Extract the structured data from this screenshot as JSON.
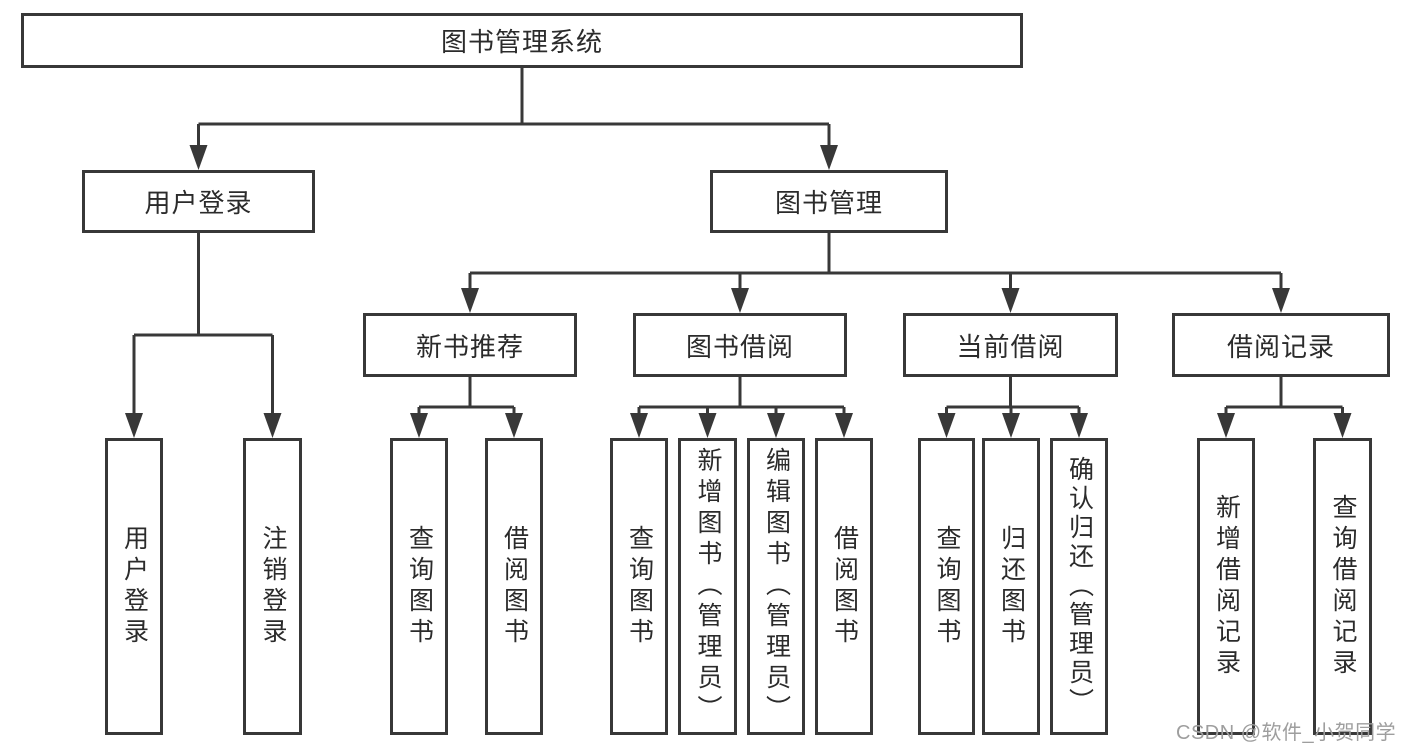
{
  "nodes": {
    "root": "图书管理系统",
    "level2": [
      "用户登录",
      "图书管理"
    ],
    "level3": [
      "新书推荐",
      "图书借阅",
      "当前借阅",
      "借阅记录"
    ],
    "leaves_login": [
      "用户登录",
      "注销登录"
    ],
    "leaves_recommend": [
      "查询图书",
      "借阅图书"
    ],
    "leaves_borrow": [
      "查询图书",
      "新增图书（管理员）",
      "编辑图书（管理员）",
      "借阅图书"
    ],
    "leaves_current": [
      "查询图书",
      "归还图书",
      "确认归还（管理员）"
    ],
    "leaves_record": [
      "新增借阅记录",
      "查询借阅记录"
    ]
  },
  "watermark": "CSDN @软件_小贺同学",
  "colors": {
    "line": "#383838",
    "text": "#2b2b2b",
    "background": "#ffffff",
    "watermark": "#9e9e9e"
  }
}
